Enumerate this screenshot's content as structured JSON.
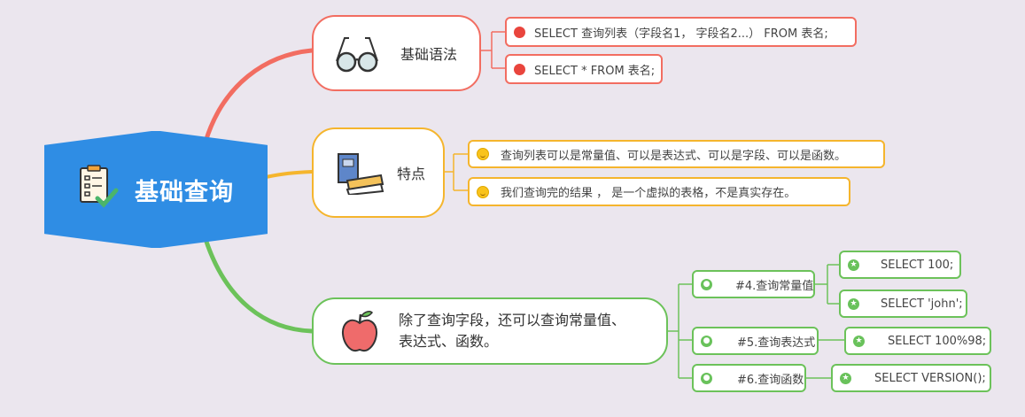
{
  "root": {
    "title": "基础查询",
    "icon": "checklist-icon"
  },
  "branches": [
    {
      "label": "基础语法",
      "color": "#f26d61",
      "icon": "glasses-icon",
      "items": [
        "SELECT 查询列表（字段名1， 字段名2...） FROM 表名;",
        "SELECT * FROM 表名;"
      ]
    },
    {
      "label": "特点",
      "color": "#f5b52d",
      "icon": "books-icon",
      "items": [
        "查询列表可以是常量值、可以是表达式、可以是字段、可以是函数。",
        "我们查询完的结果 ， 是一个虚拟的表格，不是真实存在。"
      ]
    },
    {
      "label_line1": "除了查询字段，还可以查询常量值、",
      "label_line2": "表达式、函数。",
      "color": "#6cc25a",
      "icon": "apple-icon",
      "subs": [
        {
          "label": "#4.查询常量值",
          "items": [
            "SELECT 100;",
            "SELECT 'john';"
          ]
        },
        {
          "label": "#5.查询表达式",
          "items": [
            "SELECT 100%98;"
          ]
        },
        {
          "label": "#6.查询函数",
          "items": [
            "SELECT VERSION();"
          ]
        }
      ]
    }
  ]
}
